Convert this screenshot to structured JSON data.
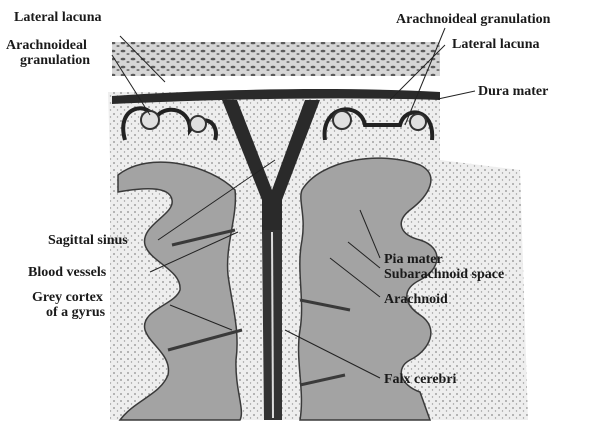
{
  "figure": {
    "labels": {
      "lateral_lacuna_left": "Lateral lacuna",
      "arachnoideal_granulation_left_1": "Arachnoideal",
      "arachnoideal_granulation_left_2": "granulation",
      "arachnoideal_granulation_right": "Arachnoideal granulation",
      "lateral_lacuna_right": "Lateral lacuna",
      "dura_mater": "Dura mater",
      "sagittal_sinus": "Sagittal sinus",
      "blood_vessels": "Blood vessels",
      "grey_cortex_1": "Grey cortex",
      "grey_cortex_2": "of a gyrus",
      "pia_mater": "Pia mater",
      "subarachnoid_space": "Subarachnoid space",
      "arachnoid": "Arachnoid",
      "falx_cerebri": "Falx cerebri"
    },
    "colors": {
      "cortex": "#9a9a9a",
      "subarachnoid": "#e6e6e6",
      "dura": "#2a2a2a",
      "bone": "#c9c9c9",
      "line": "#222222"
    }
  }
}
